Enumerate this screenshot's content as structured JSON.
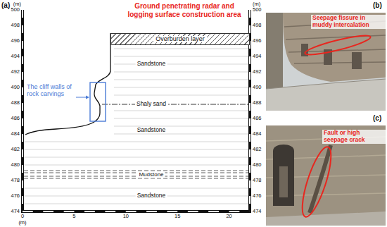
{
  "diagram": {
    "nodes": [
      {
        "text": [
          "Overburden layer"
        ]
      }
    ],
    "labels": [
      "(a)",
      "(m)",
      "(m)",
      "500",
      "498",
      "496",
      "494",
      "492",
      "490",
      "488",
      "486",
      "484",
      "482",
      "480",
      "478",
      "476",
      "474",
      "500",
      "498",
      "496",
      "494",
      "492",
      "490",
      "488",
      "486",
      "484",
      "482",
      "480",
      "478",
      "476",
      "474",
      "0",
      "5",
      "10",
      "15",
      "20",
      "(m)",
      "Ground penetrating radar and logging surface construction area",
      "Sandstone",
      "Shaly sand",
      "Sandstone",
      "Mudstone",
      "Sandstone",
      "The cliff walls of rock carvings",
      "(b)",
      "Seepage fissure in muddy intercalation",
      "(c)",
      "Fault or high seepage crack"
    ]
  }
}
